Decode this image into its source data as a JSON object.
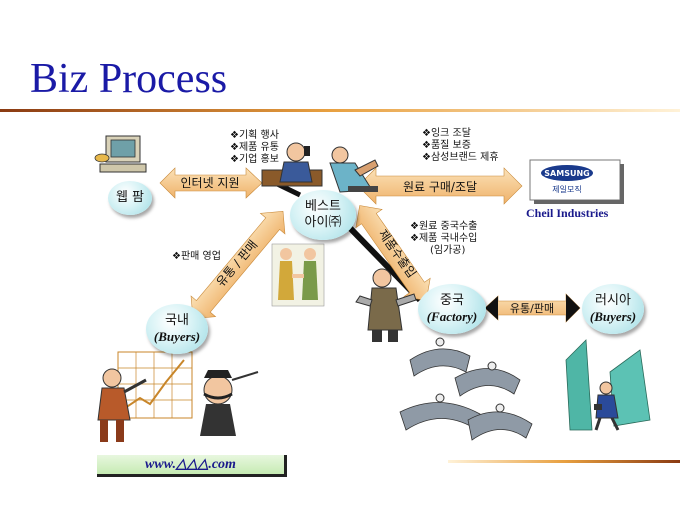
{
  "title": "Biz Process",
  "nodes": {
    "web": {
      "label": "웹 팜"
    },
    "best": {
      "label1": "베스트",
      "label2": "아이㈜"
    },
    "domestic": {
      "label": "국내",
      "sub": "(Buyers)"
    },
    "china": {
      "label": "중국",
      "sub": "(Factory)"
    },
    "russia": {
      "label": "러시아",
      "sub": "(Buyers)"
    }
  },
  "arrows": {
    "internet": "인터넷 지원",
    "raw": "원료 구매/조달",
    "domestic_sales": "유통 / 판매",
    "china_link": "제품수출입",
    "russia_sales": "유통/판매"
  },
  "bullets": {
    "planning": [
      "기획 행사",
      "제품 유통",
      "기업 홍보"
    ],
    "ink": [
      "잉크 조달",
      "품질 보증",
      "삼성브랜드 제휴"
    ],
    "export": [
      "원료 중국수출",
      "제품 국내수입"
    ],
    "export_note": "(임가공)",
    "sales": "판매 영업"
  },
  "marker": "❖",
  "samsung": {
    "brand": "SAMSUNG",
    "sub": "제일모직"
  },
  "cheil": "Cheil Industries",
  "website": "www.△△△.com",
  "colors": {
    "title": "#1a1aa6",
    "rule_dark": "#8a3a12",
    "rule_light": "#e8a040",
    "arrow": "#f5c88a",
    "bubble": "#aee4ea"
  }
}
